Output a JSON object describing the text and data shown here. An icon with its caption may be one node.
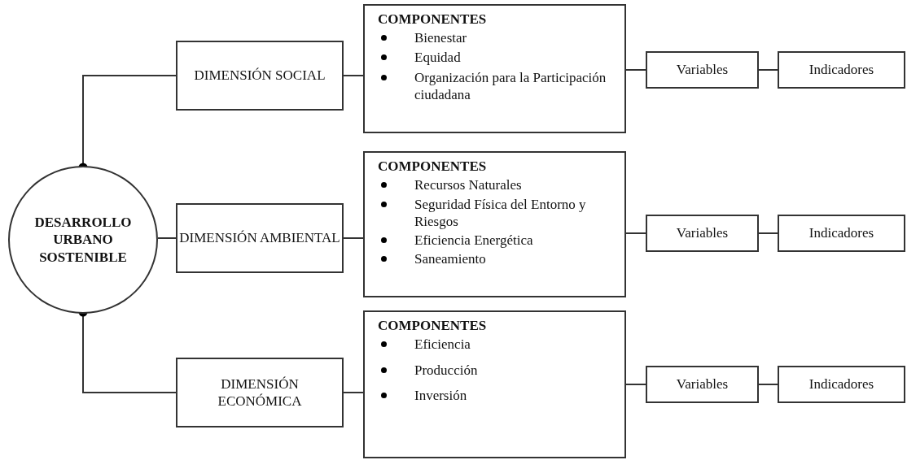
{
  "diagram": {
    "nodes": [
      {
        "text": [
          "DESARROLLO URBANO SOSTENIBLE"
        ]
      },
      {
        "text": [
          "DIMENSIÓN SOCIAL"
        ]
      },
      {
        "text": [
          "COMPONENTES",
          "Bienestar",
          "Equidad",
          "Organización para la Participación ciudadana"
        ]
      },
      {
        "text": [
          "Variables"
        ]
      },
      {
        "text": [
          "Indicadores"
        ]
      },
      {
        "text": [
          "DIMENSIÓN AMBIENTAL"
        ]
      },
      {
        "text": [
          "COMPONENTES",
          "Recursos Naturales",
          "Seguridad Física del Entorno y Riesgos",
          "Eficiencia Energética",
          "Saneamiento"
        ]
      },
      {
        "text": [
          "Variables"
        ]
      },
      {
        "text": [
          "Indicadores"
        ]
      },
      {
        "text": [
          "DIMENSIÓN ECONÓMICA"
        ]
      },
      {
        "text": [
          "COMPONENTES",
          "Eficiencia",
          "Producción",
          "Inversión"
        ]
      },
      {
        "text": [
          "Variables"
        ]
      },
      {
        "text": [
          "Indicadores"
        ]
      }
    ],
    "edges": [
      {
        "from": 0,
        "to": 1,
        "arrow": "other"
      },
      {
        "from": 1,
        "to": 2,
        "arrow": "none"
      },
      {
        "from": 2,
        "to": 3,
        "arrow": "none"
      },
      {
        "from": 3,
        "to": 4,
        "arrow": "none"
      },
      {
        "from": 0,
        "to": 5,
        "arrow": "none"
      },
      {
        "from": 5,
        "to": 6,
        "arrow": "none"
      },
      {
        "from": 6,
        "to": 7,
        "arrow": "none"
      },
      {
        "from": 7,
        "to": 8,
        "arrow": "none"
      },
      {
        "from": 0,
        "to": 9,
        "arrow": "other"
      },
      {
        "from": 9,
        "to": 10,
        "arrow": "none"
      },
      {
        "from": 10,
        "to": 11,
        "arrow": "none"
      },
      {
        "from": 11,
        "to": 12,
        "arrow": "none"
      }
    ]
  }
}
